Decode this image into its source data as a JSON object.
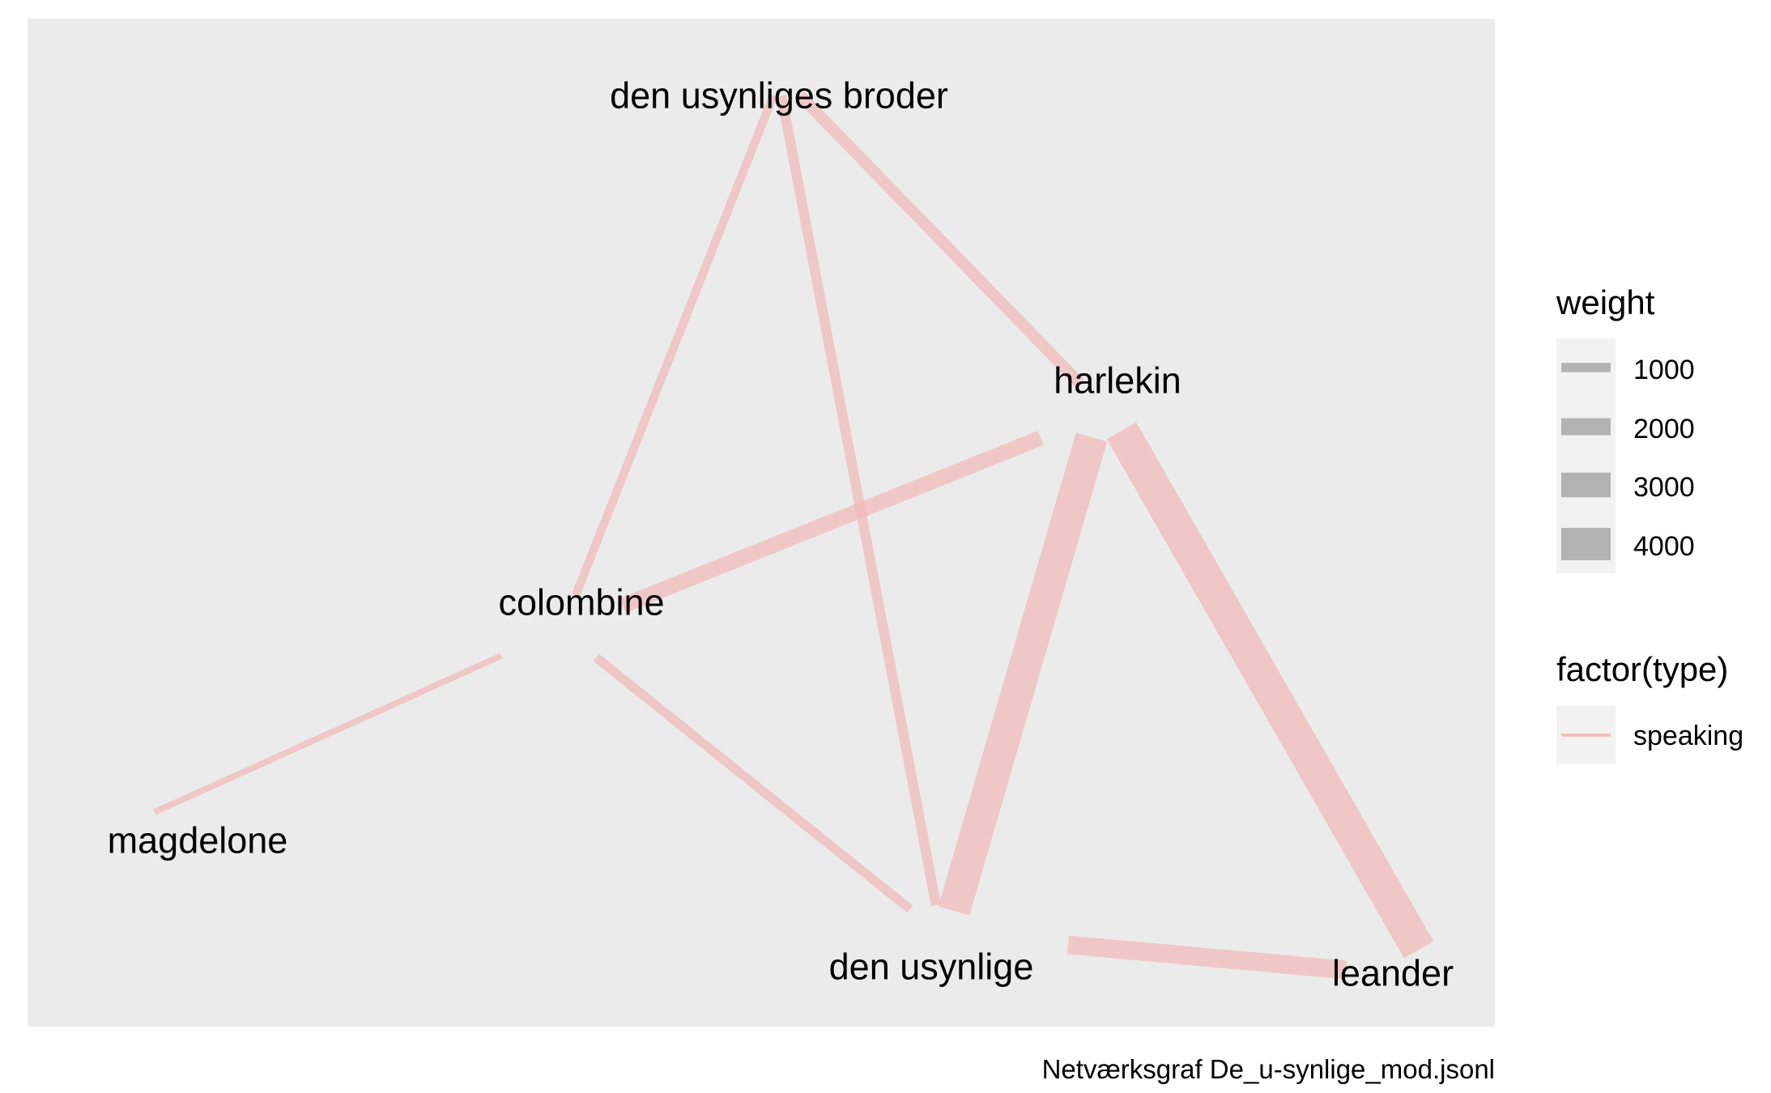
{
  "chart_data": {
    "type": "network",
    "caption": "Netværksgraf De_u-synlige_mod.jsonl",
    "nodes": [
      {
        "id": "den usynliges broder",
        "label": "den usynliges broder"
      },
      {
        "id": "harlekin",
        "label": "harlekin"
      },
      {
        "id": "colombine",
        "label": "colombine"
      },
      {
        "id": "magdelone",
        "label": "magdelone"
      },
      {
        "id": "den usynlige",
        "label": "den usynlige"
      },
      {
        "id": "leander",
        "label": "leander"
      }
    ],
    "edges": [
      {
        "source": "den usynliges broder",
        "target": "colombine",
        "weight": 900,
        "type": "speaking"
      },
      {
        "source": "den usynliges broder",
        "target": "den usynlige",
        "weight": 1100,
        "type": "speaking"
      },
      {
        "source": "den usynliges broder",
        "target": "harlekin",
        "weight": 1300,
        "type": "speaking"
      },
      {
        "source": "harlekin",
        "target": "colombine",
        "weight": 1800,
        "type": "speaking"
      },
      {
        "source": "harlekin",
        "target": "den usynlige",
        "weight": 4000,
        "type": "speaking"
      },
      {
        "source": "harlekin",
        "target": "leander",
        "weight": 4200,
        "type": "speaking"
      },
      {
        "source": "colombine",
        "target": "magdelone",
        "weight": 600,
        "type": "speaking"
      },
      {
        "source": "colombine",
        "target": "den usynlige",
        "weight": 1000,
        "type": "speaking"
      },
      {
        "source": "den usynlige",
        "target": "leander",
        "weight": 2200,
        "type": "speaking"
      }
    ],
    "edge_color": "#f0b8b8",
    "legends": {
      "weight": {
        "title": "weight",
        "entries": [
          "1000",
          "2000",
          "3000",
          "4000"
        ],
        "values": [
          1000,
          2000,
          3000,
          4000
        ]
      },
      "type": {
        "title": "factor(type)",
        "entries": [
          "speaking"
        ]
      }
    }
  }
}
